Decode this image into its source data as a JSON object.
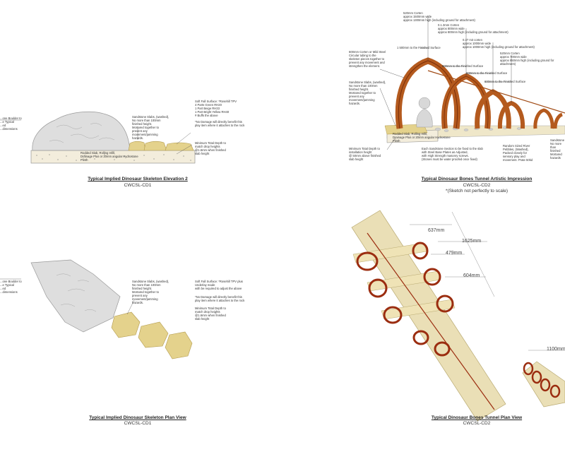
{
  "panels": {
    "elev2": {
      "title": "Typical Implied Dinosaur Skeleton Elevation 2",
      "code": "CWCSL-CD1",
      "notes": {
        "left": "...one Boulder to\n...e Typical\n...ed\n...dimensions",
        "sandstone": "Sandstone Slabs, (washed),\nNo more than 100mm\nfinished height.\nMortared together to\nprevent any\nmovement/jamming\nhazards.",
        "surface": "Soft Fall Surface: *Rosehill TPV\n4 Parts Green RH20\n1 Part Beige RH33\n1 Part Bright Yellow RH40\n# Buffs the above",
        "damage": "*No Damage will directly benefit this\nplay item where it attaches to the rock",
        "depth": "Minimum Total Depth to\nmatch drop heights\n@1.6mm when finished\nslab height",
        "base": "Rodded Slab, Rolling Infill,\nDrainage Plus or 20mm angular Hydrostone\nPlinth"
      }
    },
    "tunnel_art": {
      "title": "Typical Dinosaur Bones Tunnel Artistic Impression",
      "code": "CWCSL-CD2",
      "caption": "*(Sketch not perfectly to scale)",
      "notes": {
        "rib1": "520mm Corten\napprox 1500mm wide\napprox 1300mm high (including ground for attachment)",
        "rib2": "0.1.3mm Corten\napprox 800mm wide\napprox 800mm high (including ground for attachment)",
        "rib3": "0.37 m3 corten\napprox 1000mm wide\napprox 1000mm high (including ground for attachment)",
        "rib4": "520mm Corten\napprox 700mm wide\napprox 650mm high (including ground for attachment)",
        "fs1": "1 500mm to the Finished Surface",
        "fs2": "600mm to the Finished Surface",
        "fs3": "600mm to the Finished Surface",
        "fs4": "600mm to the Finished Surface",
        "corten": "600mm Corten or Mild Steel\nCircular tubing to the\nskeleton pieces together to\nprevent any movement and\nstrengthen the element.",
        "sandstone": "Sandstone Slabs, (washed),\nNo more than 100mm\nfinished height.\nMortared together to\nprevent any\nmovement/jamming\nhazards.",
        "base": "Rodded Slab, Rolling Infill,\nDrainage Plus or 20mm angular Hydrostone\nPlinth",
        "depth": "Minimum Total Depth to\ninstallation height\n@ 50mm above finished\nslab height",
        "rock": "Each Sandstone Section to be fixed to the slab\nwith Steel Base Plates as Adjusted,\nwith High Strength masonry screws.\n(Stones must be water proofed once fixed)",
        "pebble": "Random Sized River\nPebbles, (Washed),\nPacked closely for\nsensory play and\nmovement. Prate 50kd",
        "right": "Sandstone\nNo more than\nfinished\nMortared\nhazards"
      }
    },
    "plan1": {
      "title": "Typical Implied Dinosaur Skeleton Plan View",
      "code": "CWCSL-CD1",
      "notes": {
        "left": "...one Boulder to\n...e Typical\n...ed\n...dimensions",
        "sandstone": "Sandstone Slabs, (washed),\nNo more than 100mm\nfinished height.\nMortared together to\nprevent any\nmovement/jamming\nhazards.",
        "surface": "Soft Fall Surface: *Rosehill TPV plus\nUnderlay made\nwith be required to adjust the above",
        "damage": "*No Damage will directly benefit this\nplay item where it attaches to the rock",
        "depth": "Minimum Total Depth to\nmatch drop heights\n@1.6mm when finished\nslab height"
      }
    },
    "plan2": {
      "title": "Typical Dinosaur Bones Tunnel Plan View",
      "code": "CWCSL-CD2",
      "dims": {
        "d1": "637mm",
        "d2": "1625mm",
        "d3": "479mm",
        "d4": "604mm",
        "d5": "1100mm"
      }
    }
  },
  "colors": {
    "sand": "#e9dba8",
    "slab_yellow": "#dfc97c",
    "rock": "#d9d9d9",
    "corten": "#b45a1e",
    "corten_dark": "#7a2e0a",
    "plan_red": "#9b2d10",
    "plank": "#eadfb6"
  }
}
